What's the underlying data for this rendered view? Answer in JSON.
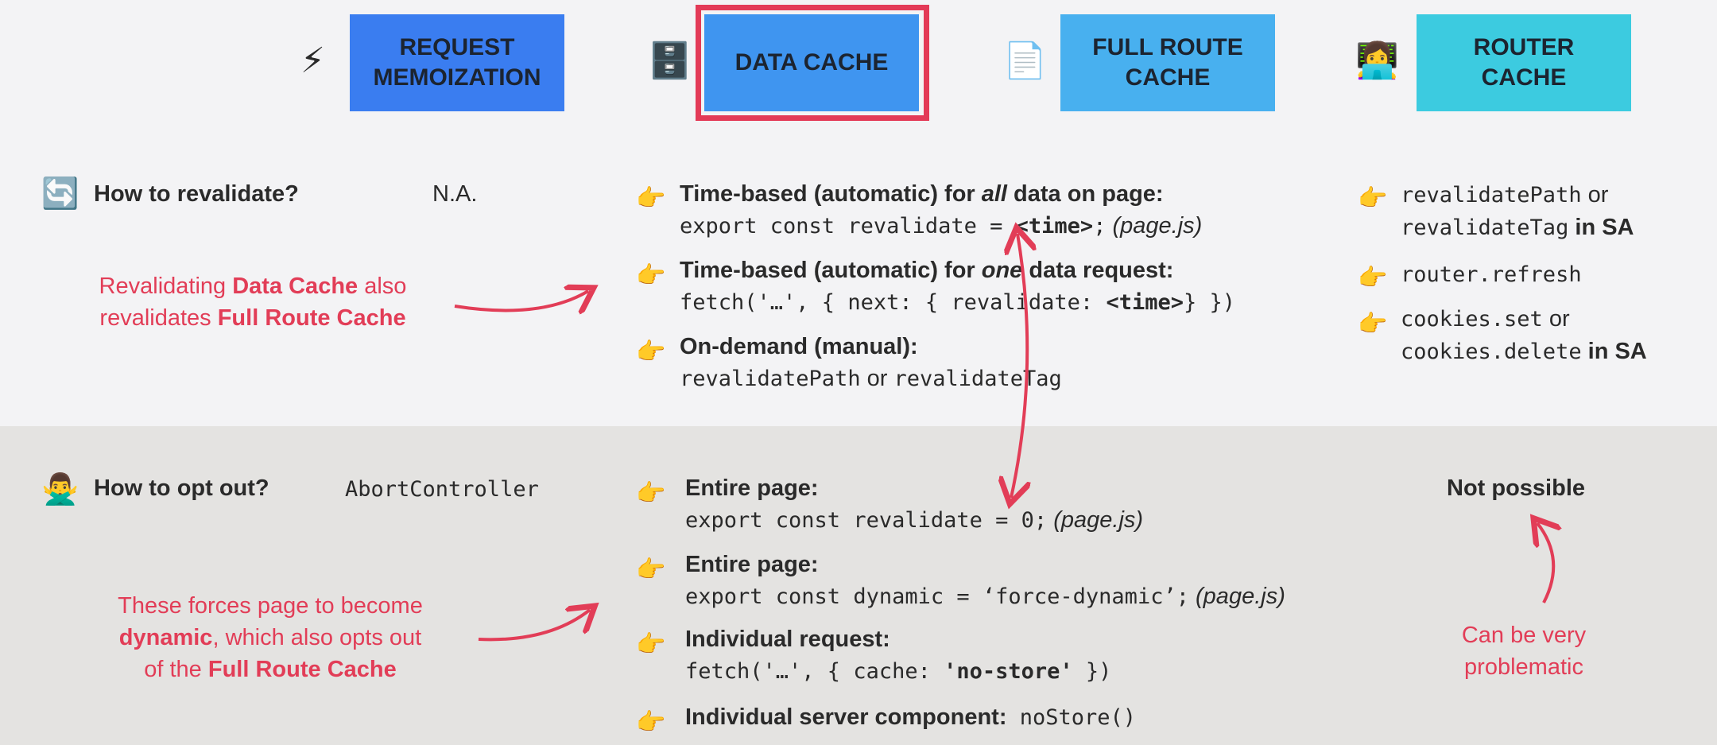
{
  "columns": {
    "memo": {
      "line1": "REQUEST",
      "line2": "MEMOIZATION"
    },
    "data": {
      "line1": "DATA CACHE"
    },
    "full": {
      "line1": "FULL ROUTE",
      "line2": "CACHE"
    },
    "router": {
      "line1": "ROUTER",
      "line2": "CACHE"
    }
  },
  "icons": {
    "memo": "⚡",
    "data": "🗄️",
    "full": "📄",
    "router": "👩‍💻",
    "revalidate": "🔄",
    "optout": "🙅‍♂️",
    "pointer": "👉"
  },
  "colors": {
    "accent": "#e33a57",
    "memo": "#3a7df0",
    "data": "#3f95f0",
    "full": "#48b0ef",
    "router": "#3ccbe0"
  },
  "revalidate": {
    "label": "How to revalidate?",
    "memo_value": "N.A.",
    "data": [
      {
        "title_a": "Time-based (automatic) for ",
        "title_em": "all",
        "title_b": " data on page:",
        "code": "export const revalidate = ",
        "code_bold": "<time>",
        "code_tail": ";",
        "suffix": " (page.js)"
      },
      {
        "title_a": "Time-based (automatic) for ",
        "title_em": "one",
        "title_b": " data request:",
        "code": "fetch('…', { next: { revalidate: ",
        "code_bold": "<time>",
        "code_tail": "} })"
      },
      {
        "title": "On-demand (manual):",
        "code_a": "revalidatePath",
        "plain": " or ",
        "code_b": "revalidateTag"
      }
    ],
    "router": [
      {
        "code_a": "revalidatePath",
        "plain_a": " or",
        "code_b": "revalidateTag",
        "bold_b": " in SA"
      },
      {
        "code_a": "router.refresh"
      },
      {
        "code_a": "cookies.set",
        "plain_a": " or",
        "code_b": "cookies.delete",
        "bold_b": " in SA"
      }
    ],
    "note": {
      "a": "Revalidating ",
      "b": "Data Cache",
      "c": " also",
      "d": "revalidates ",
      "e": "Full Route Cache"
    }
  },
  "optout": {
    "label": "How to opt out?",
    "memo_value": "AbortController",
    "router_value": "Not possible",
    "data": [
      {
        "title": "Entire page:",
        "code": "export const revalidate = 0;",
        "suffix": " (page.js)"
      },
      {
        "title": "Entire page:",
        "code": "export const dynamic = ‘force-dynamic’;",
        "suffix": " (page.js)"
      },
      {
        "title": "Individual request:",
        "code": "fetch('…', { cache: ",
        "code_bold": "'no-store'",
        "code_tail": " })"
      },
      {
        "title": "Individual server component:",
        "code": " noStore()"
      }
    ],
    "note": {
      "a": "These forces page to become",
      "b": "dynamic",
      "c": ", which also opts out",
      "d": "of the ",
      "e": "Full Route Cache"
    },
    "router_note": {
      "line1": "Can be very",
      "line2": "problematic"
    }
  }
}
